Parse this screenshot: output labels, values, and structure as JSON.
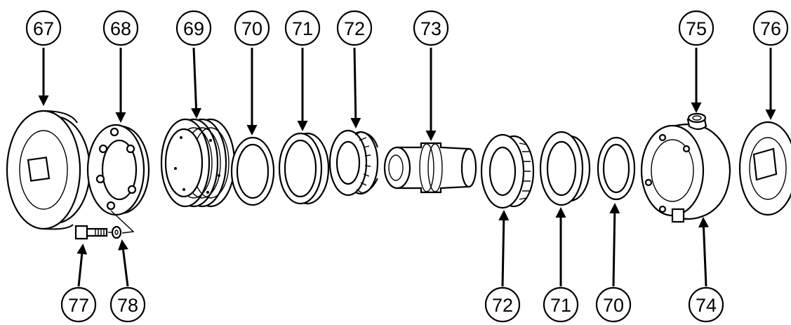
{
  "diagram": {
    "colors": {
      "ink": "#000000",
      "paper": "#ffffff"
    },
    "callouts": [
      {
        "id": "c67",
        "label": "67"
      },
      {
        "id": "c68",
        "label": "68"
      },
      {
        "id": "c69",
        "label": "69"
      },
      {
        "id": "c70a",
        "label": "70"
      },
      {
        "id": "c71a",
        "label": "71"
      },
      {
        "id": "c72a",
        "label": "72"
      },
      {
        "id": "c73",
        "label": "73"
      },
      {
        "id": "c75",
        "label": "75"
      },
      {
        "id": "c76",
        "label": "76"
      },
      {
        "id": "c77",
        "label": "77"
      },
      {
        "id": "c78",
        "label": "78"
      },
      {
        "id": "c72b",
        "label": "72"
      },
      {
        "id": "c71b",
        "label": "71"
      },
      {
        "id": "c70b",
        "label": "70"
      },
      {
        "id": "c74",
        "label": "74"
      }
    ]
  }
}
